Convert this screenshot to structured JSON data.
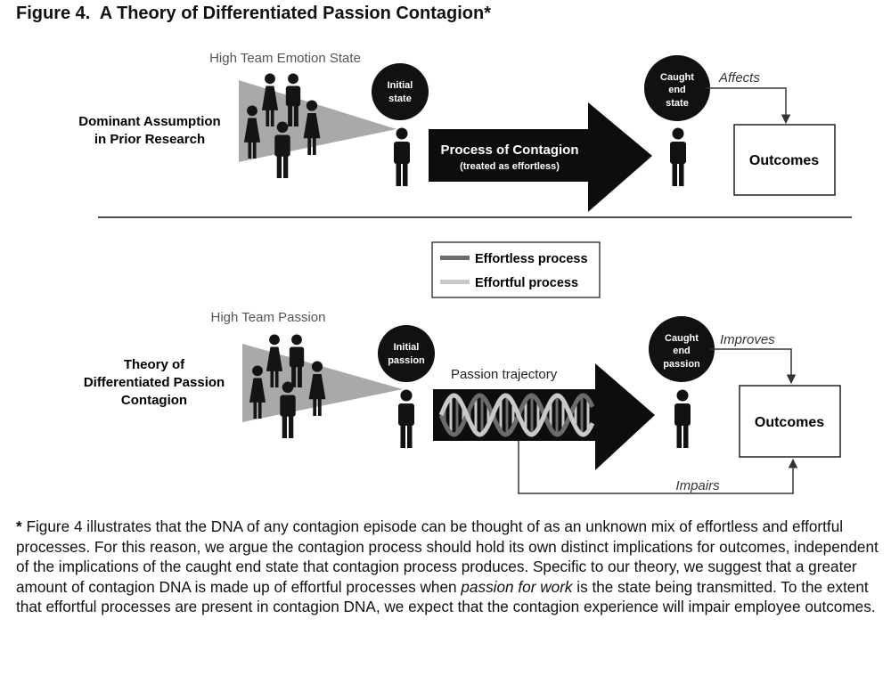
{
  "title": "Figure 4.  A Theory of Differentiated Passion Contagion*",
  "top_panel": {
    "label_line1": "Dominant Assumption",
    "label_line2": "in Prior Research",
    "group_label": "High Team Emotion State",
    "initial_line1": "Initial",
    "initial_line2": "state",
    "process_label": "Process of Contagion",
    "process_sublabel": "(treated as effortless)",
    "caught_line1": "Caught",
    "caught_line2": "end",
    "caught_line3": "state",
    "link_label": "Affects",
    "outcomes": "Outcomes"
  },
  "legend": {
    "effortless": "Effortless process",
    "effortful": "Effortful process",
    "effortless_color": "#6b6b6b",
    "effortful_color": "#c9c9c9"
  },
  "bottom_panel": {
    "label_line1": "Theory of",
    "label_line2": "Differentiated Passion",
    "label_line3": "Contagion",
    "group_label": "High Team Passion",
    "initial_line1": "Initial",
    "initial_line2": "passion",
    "trajectory_label": "Passion trajectory",
    "caught_line1": "Caught",
    "caught_line2": "end",
    "caught_line3": "passion",
    "improves_label": "Improves",
    "impairs_label": "Impairs",
    "outcomes": "Outcomes"
  },
  "caption": {
    "star": "*",
    "part1": " Figure 4 illustrates that the DNA of any contagion episode can be thought of as an unknown mix of effortless and effortful processes. For this reason, we argue the contagion process should hold its own distinct implications for outcomes, independent of the implications of the caught end state that contagion process produces. Specific to our theory, we suggest that a greater amount of contagion DNA is made up of effortful processes when ",
    "emphasis": "passion for work",
    "part2": " is the state being transmitted. To the extent that effortful processes are present in contagion DNA, we expect that the contagion experience will impair employee outcomes."
  }
}
